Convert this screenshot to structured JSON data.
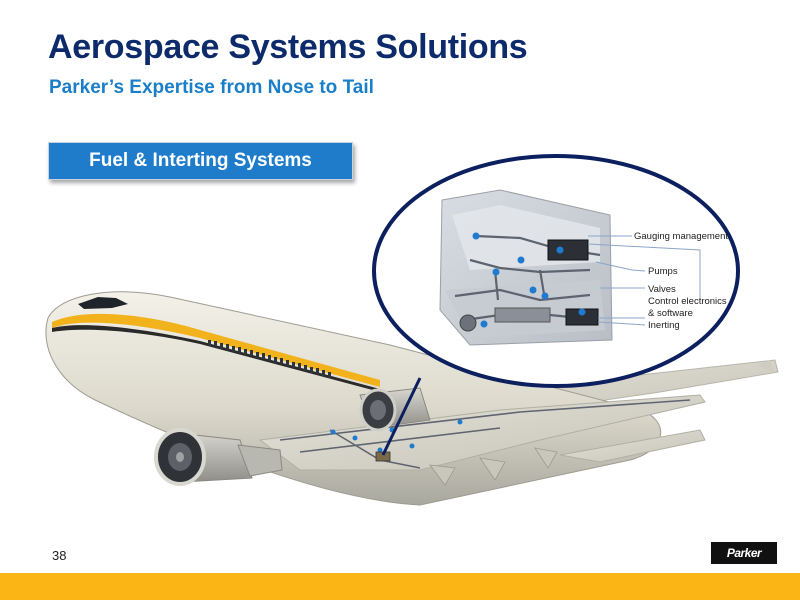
{
  "slide": {
    "title": "Aerospace Systems Solutions",
    "subtitle": "Parker’s Expertise from Nose to Tail",
    "section_button": "Fuel & Interting Systems",
    "page_number": "38"
  },
  "callouts": {
    "gauging": "Gauging management",
    "pumps": "Pumps",
    "valves": "Valves",
    "control_line1": "Control electronics",
    "control_line2": "& software",
    "inerting": "Inerting"
  },
  "logo": {
    "text": "Parker"
  },
  "colors": {
    "title": "#0d2b6b",
    "subtitle": "#1a7fc8",
    "button": "#1e7ccb",
    "accent_yellow": "#fbb615",
    "marker_blue": "#1f7ad0",
    "circle_stroke": "#0c1f5e"
  }
}
